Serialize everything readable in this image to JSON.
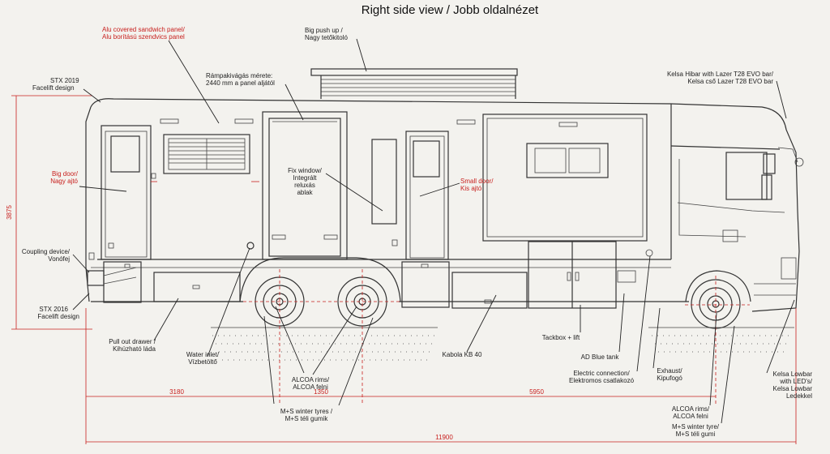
{
  "title": "Right side view / Jobb oldalnézet",
  "labels": {
    "alu_panel_en": "Alu covered sandwich panel/",
    "alu_panel_hu": "Alu borítású szendvics panel",
    "push_up_en": "Big push up /",
    "push_up_hu": "Nagy tetőkitoló",
    "ramp_1": "Rámpakivágás mérete:",
    "ramp_2": "2440 mm a panel aljától",
    "stx2019_1": "STX 2019",
    "stx2019_2": "Facelift design",
    "kelsa_hibar_en": "Kelsa Hibar with Lazer T28 EVO bar/",
    "kelsa_hibar_hu": "Kelsa cső Lazer T28 EVO bar",
    "big_door_en": "Big door/",
    "big_door_hu": "Nagy ajtó",
    "fix_window_1": "Fix window/",
    "fix_window_2": "Integrált",
    "fix_window_3": "reluxás",
    "fix_window_4": "ablak",
    "small_door_en": "Small door/",
    "small_door_hu": "Kis ajtó",
    "coupling_en": "Coupling device/",
    "coupling_hu": "Vonófej",
    "stx2016_1": "STX 2016",
    "stx2016_2": "Facelift design",
    "drawer_en": "Pull out drawer /",
    "drawer_hu": "Kihúzható láda",
    "water_en": "Water inlet/",
    "water_hu": "Vízbetöltő",
    "alcoa_rear_en": "ALCOA rims/",
    "alcoa_rear_hu": "ALCOA felni",
    "ms_rear_en": "M+S winter tyres /",
    "ms_rear_hu": "M+S téli gumik",
    "kabola": "Kabola KB 40",
    "tackbox": "Tackbox + lift",
    "adblue": "AD Blue tank",
    "electric_en": "Electric connection/",
    "electric_hu": "Elektromos csatlakozó",
    "exhaust_en": "Exhaust/",
    "exhaust_hu": "Kipufogó",
    "alcoa_front_en": "ALCOA rims/",
    "alcoa_front_hu": "ALCOA felni",
    "ms_front_en": "M+S winter tyre/",
    "ms_front_hu": "M+S téli gumi",
    "lowbar_1": "Kelsa Lowbar",
    "lowbar_2": "with LED's/",
    "lowbar_3": "Kelsa Lowbar",
    "lowbar_4": "Ledekkel"
  },
  "dimensions": {
    "height": "3875",
    "rear_overhang": "3180",
    "axle_spacing": "1350",
    "wheelbase": "5950",
    "total_length": "11900"
  }
}
